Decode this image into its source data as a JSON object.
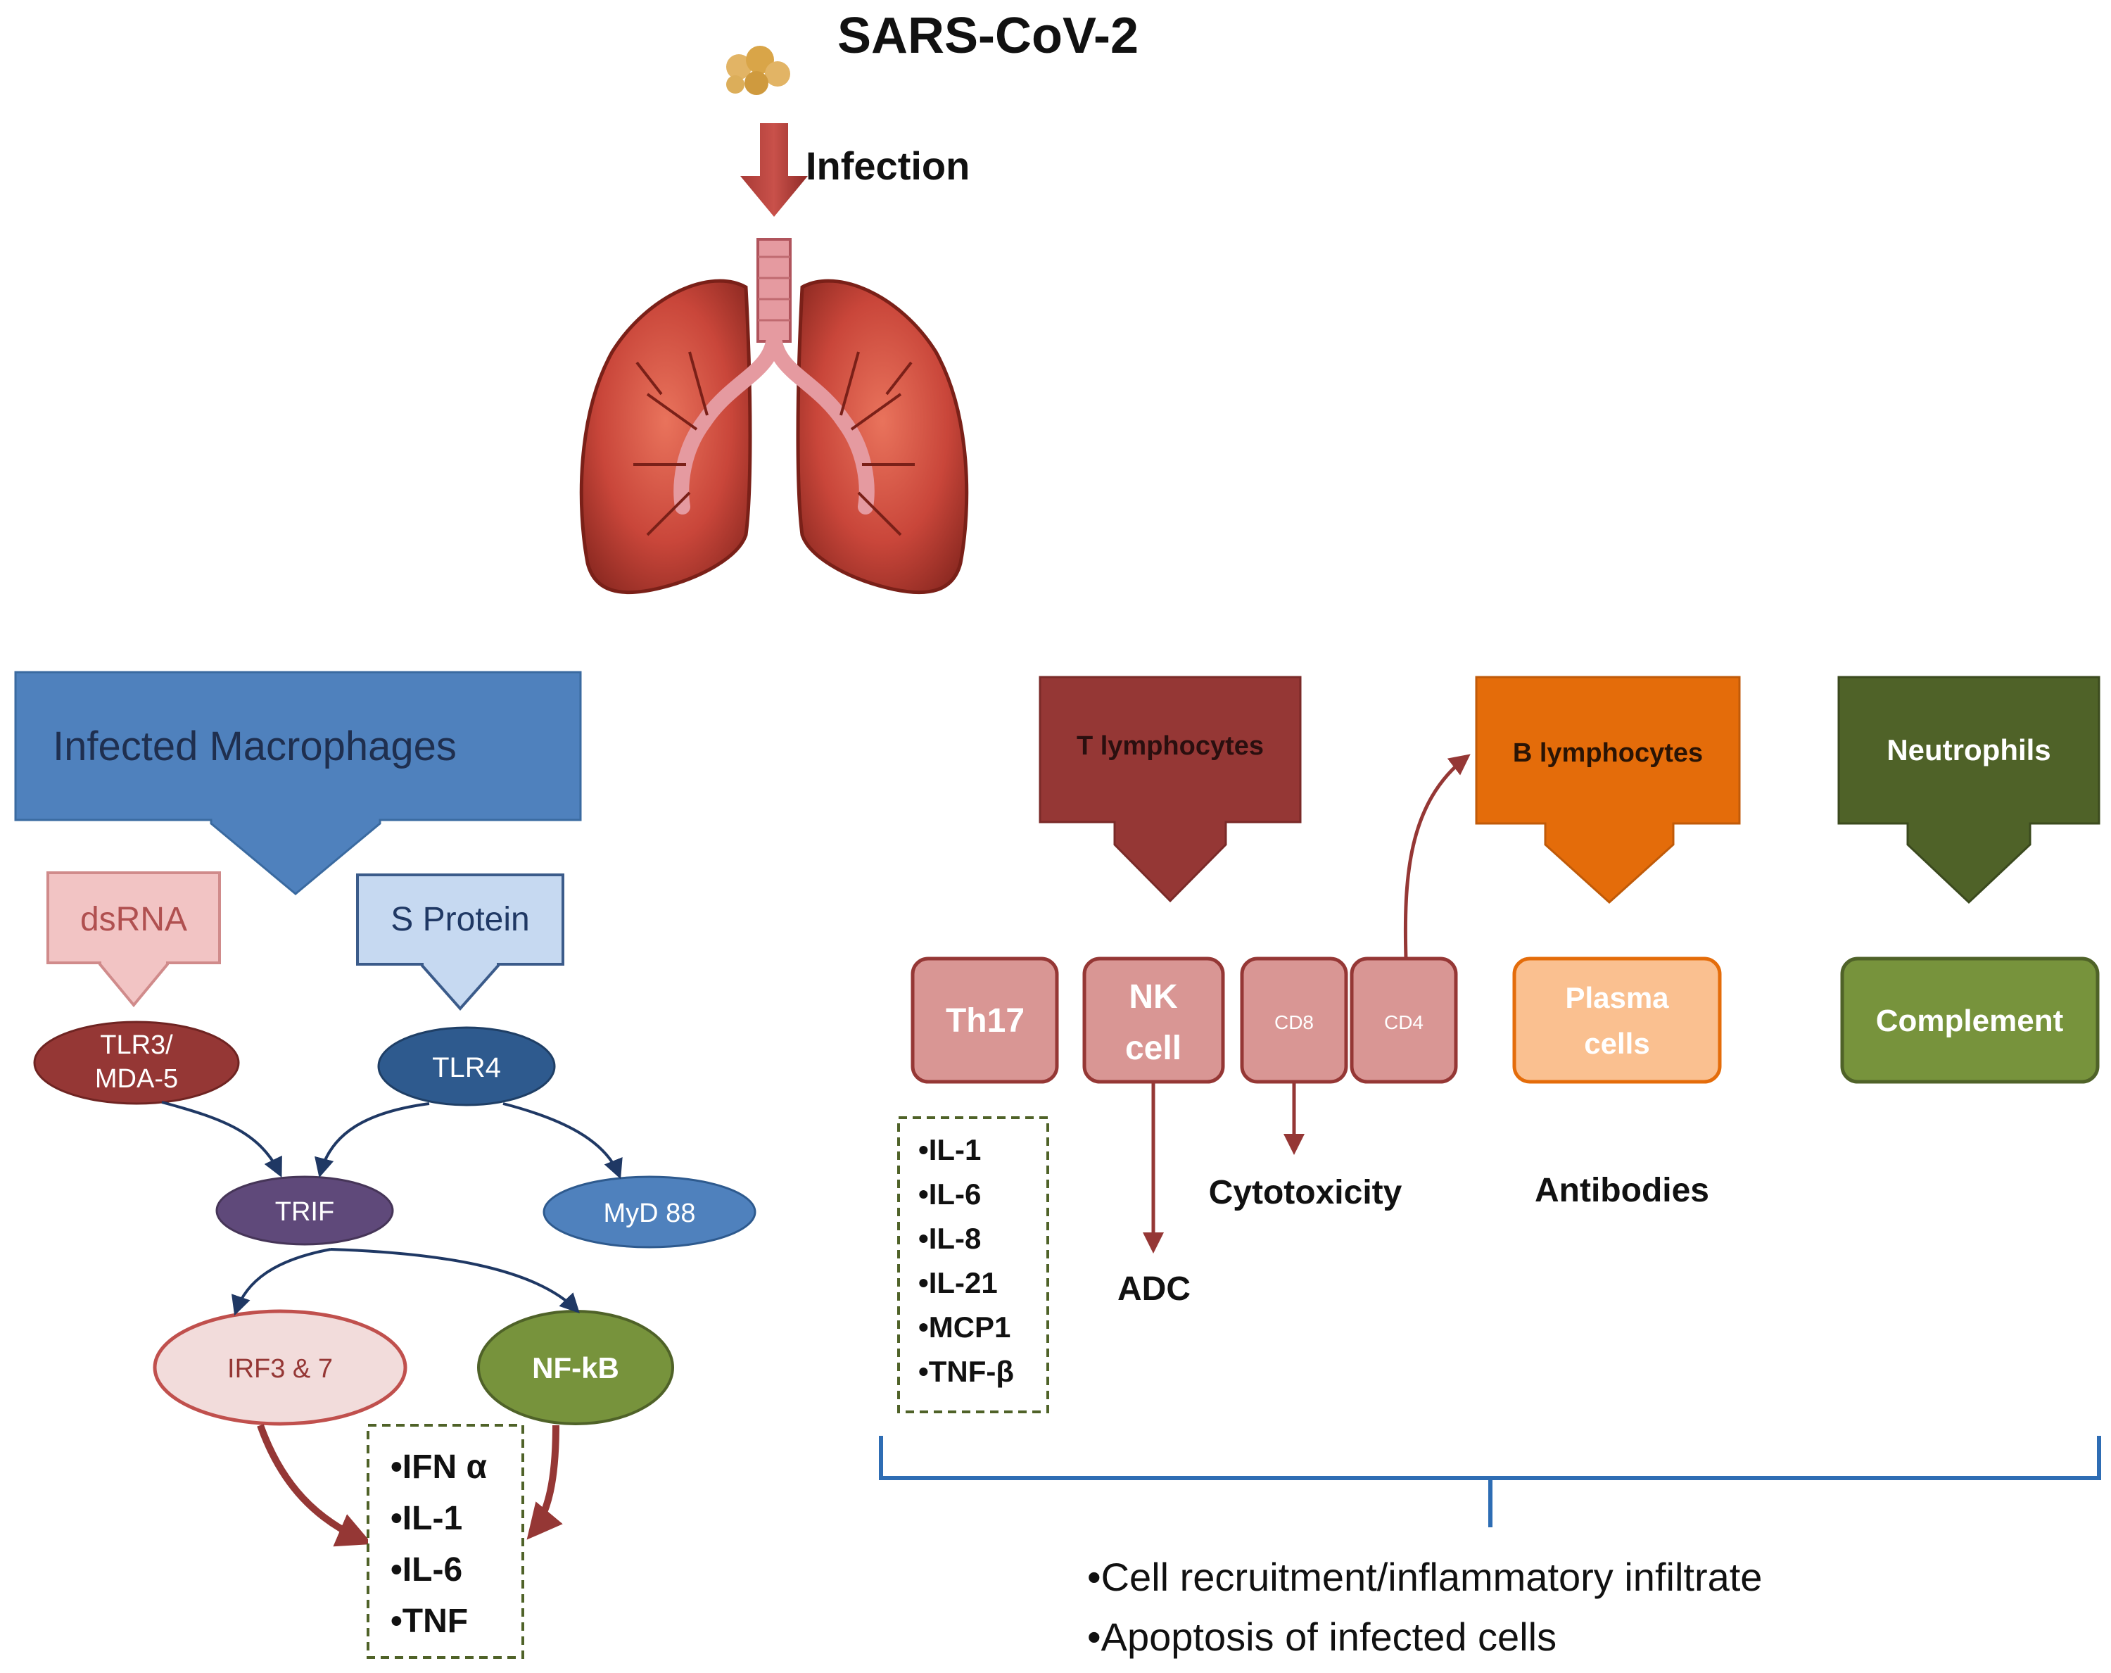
{
  "header": {
    "title": "SARS-CoV-2",
    "infection_label": "Infection"
  },
  "macrophage": {
    "title": "Infected Macrophages",
    "dsrna": "dsRNA",
    "s_protein": "S Protein",
    "tlr3_line1": "TLR3/",
    "tlr3_line2": "MDA-5",
    "tlr4": "TLR4",
    "trif": "TRIF",
    "myd88": "MyD 88",
    "irf": "IRF3 & 7",
    "nfkb": "NF-kB",
    "cytokines": [
      "•IFN α",
      "•IL-1",
      "•IL-6",
      "•TNF"
    ]
  },
  "adaptive": {
    "t_lymphocytes": "T lymphocytes",
    "b_lymphocytes": "B lymphocytes",
    "neutrophils": "Neutrophils",
    "th17": "Th17",
    "nk_line1": "NK",
    "nk_line2": "cell",
    "cd8": "CD8",
    "cd4": "CD4",
    "plasma_line1": "Plasma",
    "plasma_line2": "cells",
    "complement": "Complement",
    "th17_cytokines": [
      "•IL-1",
      "•IL-6",
      "•IL-8",
      "•IL-21",
      "•MCP1",
      "•TNF-β"
    ],
    "adc": "ADC",
    "cytotoxicity": "Cytotoxicity",
    "antibodies": "Antibodies"
  },
  "outcomes": [
    "•Cell recruitment/inflammatory infiltrate",
    "•Apoptosis of infected cells"
  ],
  "colors": {
    "dark_red": "#953735",
    "blue": "#4f81bd",
    "orange": "#e46c0a",
    "green": "#4f6228",
    "purple": "#5f497a"
  }
}
